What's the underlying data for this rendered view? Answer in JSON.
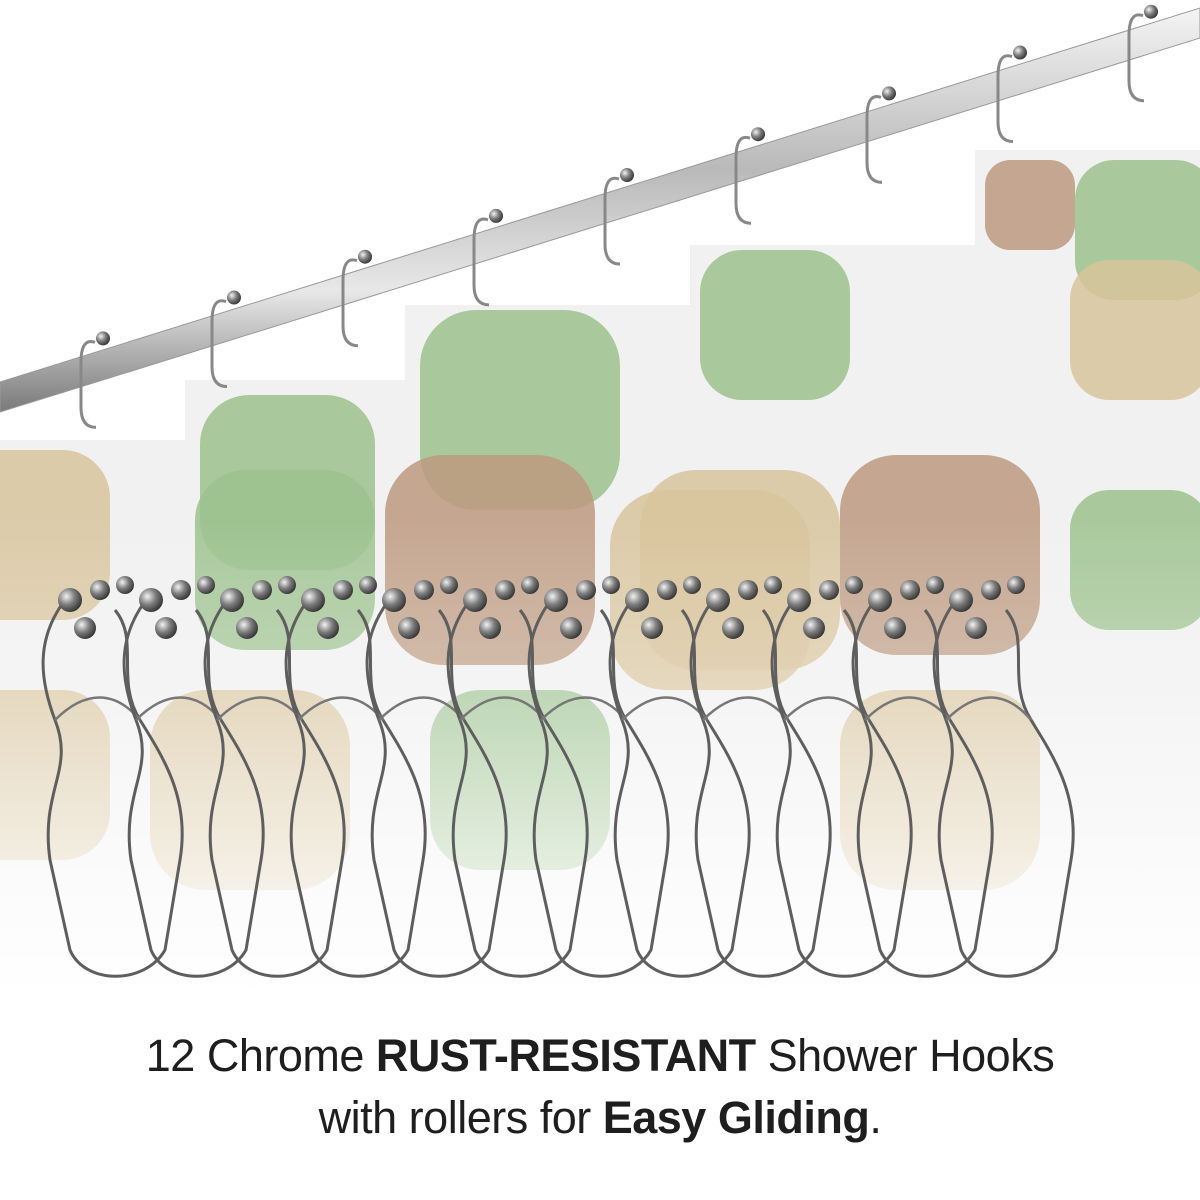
{
  "product": {
    "hook_count": 12,
    "colors": {
      "green": "#9cc28e",
      "tan": "#d8c49c",
      "brown": "#bd9a80",
      "chrome": "#8c8c8c",
      "text": "#1e1e1e"
    }
  },
  "caption": {
    "line1": {
      "part1": "12 Chrome ",
      "bold1": "RUST-RESISTANT",
      "part2": " Shower Hooks"
    },
    "line2": {
      "part1": "with rollers for ",
      "bold1": "Easy Gliding",
      "part2": "."
    }
  }
}
